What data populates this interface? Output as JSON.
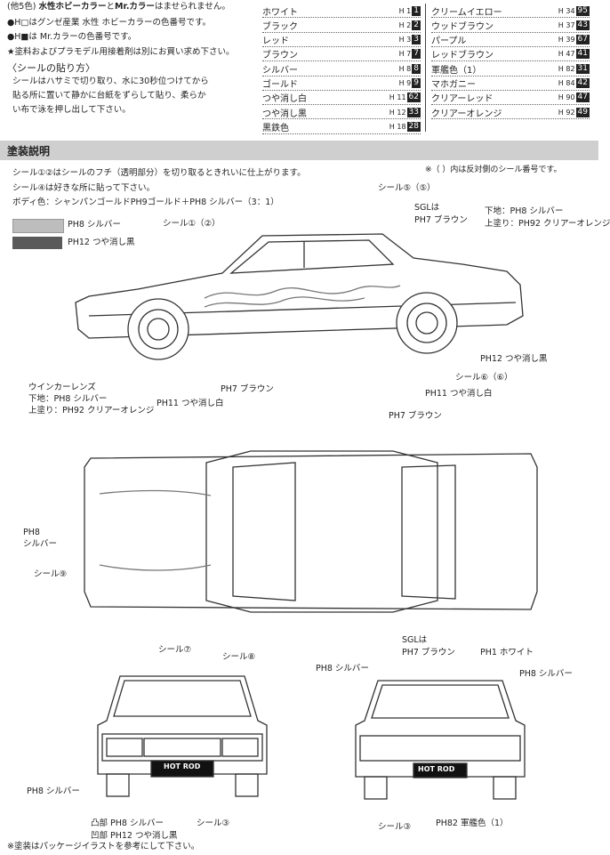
{
  "header_notes": {
    "line1_prefix": "(他5色)",
    "line1_brand": "水性ホビーカラー",
    "line1_and": "と",
    "line1_brand2": "Mr.カラー",
    "line1_rest": "はませられません。",
    "line2": "●H□はグンゼ産業 水性 ホビーカラーの色番号です。",
    "line3": "●H■は Mr.カラーの色番号です。",
    "line4": "★塗料およびプラモデル用接着剤は別にお買い求め下さい。",
    "sticker_title": "〈シールの貼り方〉",
    "sticker_text": [
      "シールはハサミで切り取り、水に30秒位つけてから",
      "貼る所に置いて静かに台紙をずらして貼り、柔らか",
      "い布で泳を押し出して下さい。"
    ]
  },
  "colors_left": [
    {
      "name": "ホワイト",
      "h": "1",
      "m": "1"
    },
    {
      "name": "ブラック",
      "h": "2",
      "m": "2"
    },
    {
      "name": "レッド",
      "h": "3",
      "m": "3"
    },
    {
      "name": "ブラウン",
      "h": "7",
      "m": "7"
    },
    {
      "name": "シルバー",
      "h": "8",
      "m": "8"
    },
    {
      "name": "ゴールド",
      "h": "9",
      "m": "9"
    },
    {
      "name": "つや消し白",
      "h": "11",
      "m": "62"
    },
    {
      "name": "つや消し黒",
      "h": "12",
      "m": "33"
    },
    {
      "name": "黒鉄色",
      "h": "18",
      "m": "28"
    }
  ],
  "colors_right": [
    {
      "name": "クリームイエロー",
      "h": "34",
      "m": "95"
    },
    {
      "name": "ウッドブラウン",
      "h": "37",
      "m": "43"
    },
    {
      "name": "パープル",
      "h": "39",
      "m": "67"
    },
    {
      "name": "レッドブラウン",
      "h": "47",
      "m": "41"
    },
    {
      "name": "軍艦色（1）",
      "h": "82",
      "m": "31"
    },
    {
      "name": "マホガニー",
      "h": "84",
      "m": "42"
    },
    {
      "name": "クリアーレッド",
      "h": "90",
      "m": "47"
    },
    {
      "name": "クリアーオレンジ",
      "h": "92",
      "m": "49"
    }
  ],
  "section_title": "塗装説明",
  "instructions": {
    "line1": "シール①②はシールのフチ（透明部分）を切り取るときれいに仕上がります。",
    "note_right": "※（ ）内は反対側のシール番号です。",
    "line2": "シール④は好きな所に貼って下さい。",
    "line3": "ボディ色：シャンパンゴールドPH9ゴールド＋PH8 シルバー（3：1）",
    "legend1": "PH8 シルバー",
    "legend2": "PH12 つや消し黒"
  },
  "side_labels": {
    "seal12": "シール①（②）",
    "seal55": "シール⑤（⑤）",
    "sgl": "SGLは",
    "sgl_brown": "PH7 ブラウン",
    "base": "下地：PH8 シルバー",
    "top": "上塗り：PH92 クリアーオレンジ",
    "matte_black": "PH12 つや消し黒",
    "seal66": "シール⑥（⑥）",
    "matte_white_r": "PH11 つや消し白",
    "turn_lens": "ウインカーレンズ",
    "turn_base": "下地：PH8 シルバー",
    "turn_top": "上塗り：PH92 クリアーオレンジ",
    "brown_mid": "PH7 ブラウン",
    "matte_white_l": "PH11 つや消し白"
  },
  "top_labels": {
    "brown_top": "PH7 ブラウン",
    "silver_ph": "PH8",
    "silver_text": "シルバー",
    "seal9": "シール⑨"
  },
  "front_labels": {
    "seal7": "シール⑦",
    "seal8": "シール⑧",
    "silver": "PH8 シルバー",
    "convex": "凸部 PH8 シルバー",
    "concave": "凹部 PH12 つや消し黒",
    "seal3": "シール③",
    "plate": "HOT ROD"
  },
  "rear_labels": {
    "sgl": "SGLは",
    "sgl_brown": "PH7 ブラウン",
    "white": "PH1 ホワイト",
    "silver1": "PH8 シルバー",
    "silver2": "PH8 シルバー",
    "seal3": "シール③",
    "gunmetal": "PH82 軍艦色（1）",
    "plate": "HOT ROD"
  },
  "footer_note": "※塗装はパッケージイラストを参考にして下さい。"
}
